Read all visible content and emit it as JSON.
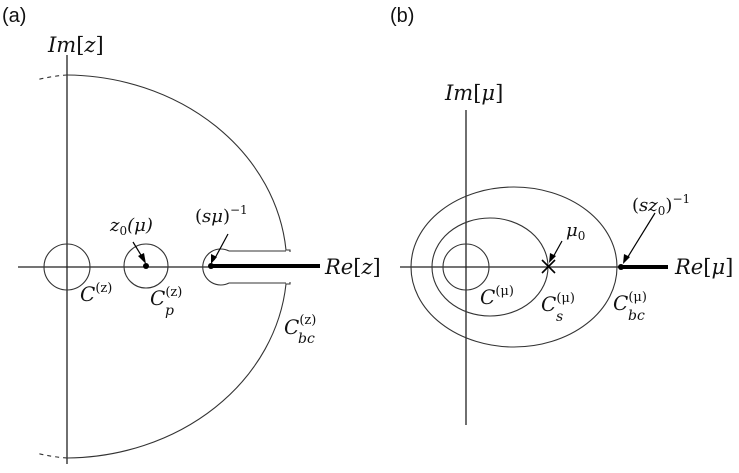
{
  "panel_a": {
    "tag": "(a)",
    "re_axis": {
      "prefix": "Re",
      "open": "[",
      "var": "z",
      "close": "]"
    },
    "im_axis": {
      "prefix": "Im",
      "open": "[",
      "var": "z",
      "close": "]"
    },
    "contour_origin": {
      "main": "C",
      "sup": "(z)"
    },
    "contour_pole": {
      "main": "C",
      "sub": "p",
      "sup": "(z)"
    },
    "contour_branch": {
      "main": "C",
      "sub": "bc",
      "sup": "(z)"
    },
    "pole_point": {
      "main": "z",
      "sub": "0",
      "arg": "(μ)"
    },
    "branch_point": {
      "open": "(",
      "var": "sμ",
      "close": ")",
      "sup": "−1"
    }
  },
  "panel_b": {
    "tag": "(b)",
    "re_axis": {
      "prefix": "Re",
      "open": "[",
      "var": "μ",
      "close": "]"
    },
    "im_axis": {
      "prefix": "Im",
      "open": "[",
      "var": "μ",
      "close": "]"
    },
    "contour_origin": {
      "main": "C",
      "sup": "(μ)"
    },
    "contour_saddle": {
      "main": "C",
      "sub": "s",
      "sup": "(μ)"
    },
    "contour_branch": {
      "main": "C",
      "sub": "bc",
      "sup": "(μ)"
    },
    "saddle_point": {
      "main": "μ",
      "sub": "0"
    },
    "branch_point": {
      "open": "(",
      "var": "sz",
      "sub": "0",
      "close": ")",
      "sup": "−1"
    }
  }
}
